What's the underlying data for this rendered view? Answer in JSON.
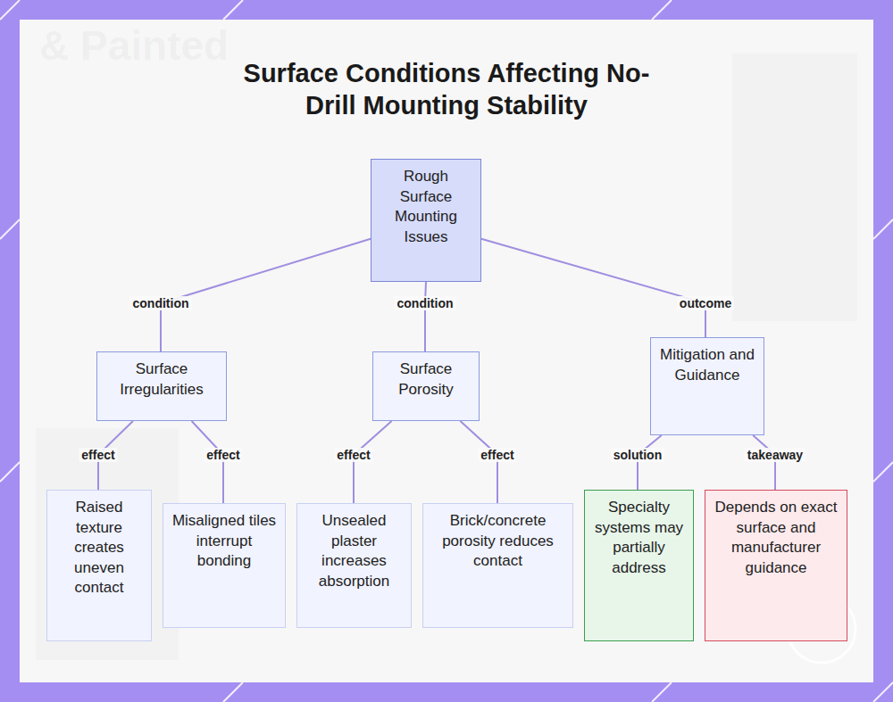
{
  "diagram": {
    "title": "Surface Conditions Affecting No-Drill Mounting Stability",
    "nodes": [
      {
        "text": [
          "Rough Surface Mounting Issues"
        ]
      },
      {
        "text": [
          "Surface Irregularities"
        ]
      },
      {
        "text": [
          "Surface Porosity"
        ]
      },
      {
        "text": [
          "Mitigation and Guidance"
        ]
      },
      {
        "text": [
          "Raised texture creates uneven contact"
        ]
      },
      {
        "text": [
          "Misaligned tiles interrupt bonding"
        ]
      },
      {
        "text": [
          "Unsealed plaster increases absorption"
        ]
      },
      {
        "text": [
          "Brick/concrete porosity reduces contact"
        ]
      },
      {
        "text": [
          "Specialty systems may partially address"
        ]
      },
      {
        "text": [
          "Depends on exact surface and manufacturer guidance"
        ]
      }
    ],
    "edges": [
      {
        "from": 0,
        "to": 1,
        "label": "condition",
        "arrow": "none"
      },
      {
        "from": 0,
        "to": 2,
        "label": "condition",
        "arrow": "none"
      },
      {
        "from": 0,
        "to": 3,
        "label": "outcome",
        "arrow": "none"
      },
      {
        "from": 1,
        "to": 4,
        "label": "effect",
        "arrow": "none"
      },
      {
        "from": 1,
        "to": 5,
        "label": "effect",
        "arrow": "none"
      },
      {
        "from": 2,
        "to": 6,
        "label": "effect",
        "arrow": "none"
      },
      {
        "from": 2,
        "to": 7,
        "label": "effect",
        "arrow": "none"
      },
      {
        "from": 3,
        "to": 8,
        "label": "solution",
        "arrow": "none"
      },
      {
        "from": 3,
        "to": 9,
        "label": "takeaway",
        "arrow": "none"
      }
    ],
    "labels": [
      "& Painted"
    ]
  }
}
